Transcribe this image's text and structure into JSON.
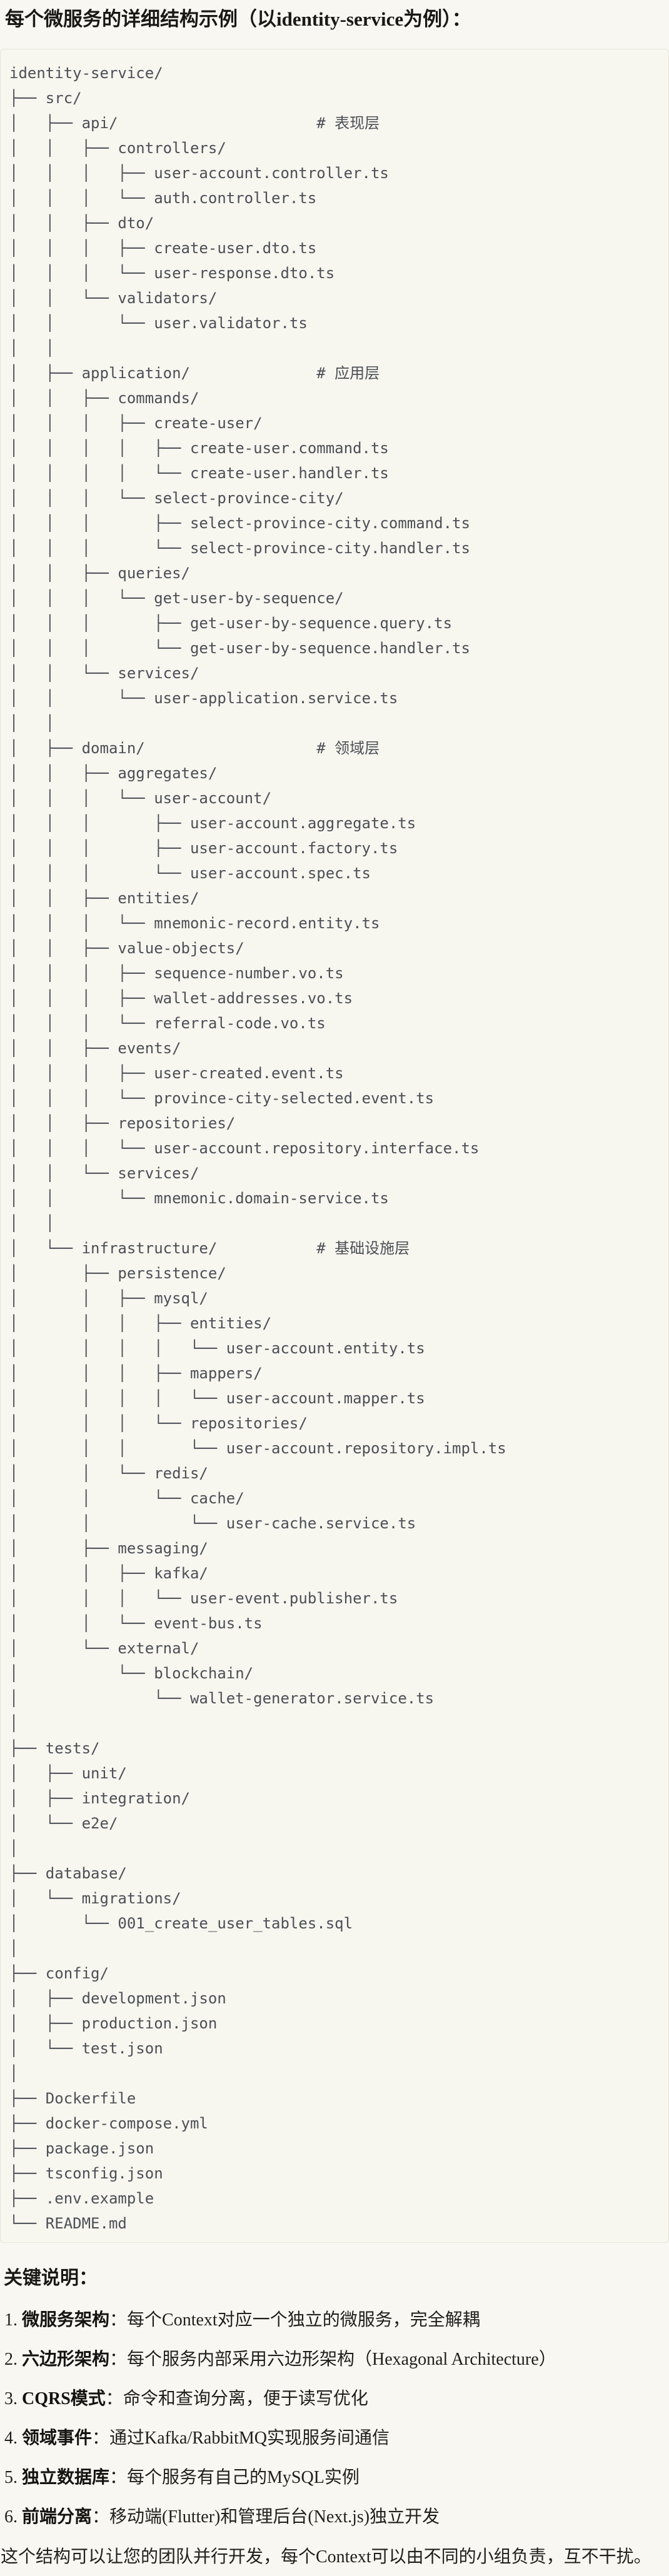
{
  "page": {
    "title": "每个微服务的详细结构示例（以identity-service为例）："
  },
  "code_block": {
    "tree_lines": [
      "identity-service/",
      "├── src/",
      "│   ├── api/                      # 表现层",
      "│   │   ├── controllers/",
      "│   │   │   ├── user-account.controller.ts",
      "│   │   │   └── auth.controller.ts",
      "│   │   ├── dto/",
      "│   │   │   ├── create-user.dto.ts",
      "│   │   │   └── user-response.dto.ts",
      "│   │   └── validators/",
      "│   │       └── user.validator.ts",
      "│   │",
      "│   ├── application/              # 应用层",
      "│   │   ├── commands/",
      "│   │   │   ├── create-user/",
      "│   │   │   │   ├── create-user.command.ts",
      "│   │   │   │   └── create-user.handler.ts",
      "│   │   │   └── select-province-city/",
      "│   │   │       ├── select-province-city.command.ts",
      "│   │   │       └── select-province-city.handler.ts",
      "│   │   ├── queries/",
      "│   │   │   └── get-user-by-sequence/",
      "│   │   │       ├── get-user-by-sequence.query.ts",
      "│   │   │       └── get-user-by-sequence.handler.ts",
      "│   │   └── services/",
      "│   │       └── user-application.service.ts",
      "│   │",
      "│   ├── domain/                   # 领域层",
      "│   │   ├── aggregates/",
      "│   │   │   └── user-account/",
      "│   │   │       ├── user-account.aggregate.ts",
      "│   │   │       ├── user-account.factory.ts",
      "│   │   │       └── user-account.spec.ts",
      "│   │   ├── entities/",
      "│   │   │   └── mnemonic-record.entity.ts",
      "│   │   ├── value-objects/",
      "│   │   │   ├── sequence-number.vo.ts",
      "│   │   │   ├── wallet-addresses.vo.ts",
      "│   │   │   └── referral-code.vo.ts",
      "│   │   ├── events/",
      "│   │   │   ├── user-created.event.ts",
      "│   │   │   └── province-city-selected.event.ts",
      "│   │   ├── repositories/",
      "│   │   │   └── user-account.repository.interface.ts",
      "│   │   └── services/",
      "│   │       └── mnemonic.domain-service.ts",
      "│   │",
      "│   └── infrastructure/           # 基础设施层",
      "│       ├── persistence/",
      "│       │   ├── mysql/",
      "│       │   │   ├── entities/",
      "│       │   │   │   └── user-account.entity.ts",
      "│       │   │   ├── mappers/",
      "│       │   │   │   └── user-account.mapper.ts",
      "│       │   │   └── repositories/",
      "│       │   │       └── user-account.repository.impl.ts",
      "│       │   └── redis/",
      "│       │       └── cache/",
      "│       │           └── user-cache.service.ts",
      "│       ├── messaging/",
      "│       │   ├── kafka/",
      "│       │   │   └── user-event.publisher.ts",
      "│       │   └── event-bus.ts",
      "│       └── external/",
      "│           └── blockchain/",
      "│               └── wallet-generator.service.ts",
      "│",
      "├── tests/",
      "│   ├── unit/",
      "│   ├── integration/",
      "│   └── e2e/",
      "│",
      "├── database/",
      "│   └── migrations/",
      "│       └── 001_create_user_tables.sql",
      "│",
      "├── config/",
      "│   ├── development.json",
      "│   ├── production.json",
      "│   └── test.json",
      "│",
      "├── Dockerfile",
      "├── docker-compose.yml",
      "├── package.json",
      "├── tsconfig.json",
      "├── .env.example",
      "└── README.md"
    ]
  },
  "notes": {
    "heading": "关键说明：",
    "items": [
      {
        "num": "1.",
        "term": "微服务架构",
        "sep": "：",
        "desc": "每个Context对应一个独立的微服务，完全解耦"
      },
      {
        "num": "2.",
        "term": "六边形架构",
        "sep": "：",
        "desc": "每个服务内部采用六边形架构（Hexagonal Architecture）"
      },
      {
        "num": "3.",
        "term": "CQRS模式",
        "sep": "：",
        "desc": "命令和查询分离，便于读写优化"
      },
      {
        "num": "4.",
        "term": "领域事件",
        "sep": "：",
        "desc": "通过Kafka/RabbitMQ实现服务间通信"
      },
      {
        "num": "5.",
        "term": "独立数据库",
        "sep": "：",
        "desc": "每个服务有自己的MySQL实例"
      },
      {
        "num": "6.",
        "term": "前端分离",
        "sep": "：",
        "desc": "移动端(Flutter)和管理后台(Next.js)独立开发"
      }
    ],
    "closing": "这个结构可以让您的团队并行开发，每个Context可以由不同的小组负责，互不干扰。"
  },
  "colors": {
    "page_bg": "#f9f7f1",
    "code_bg": "#f7f6ef",
    "code_border": "#e6e4d9",
    "tree_text": "#4c4f56",
    "heading_text": "#181815"
  }
}
